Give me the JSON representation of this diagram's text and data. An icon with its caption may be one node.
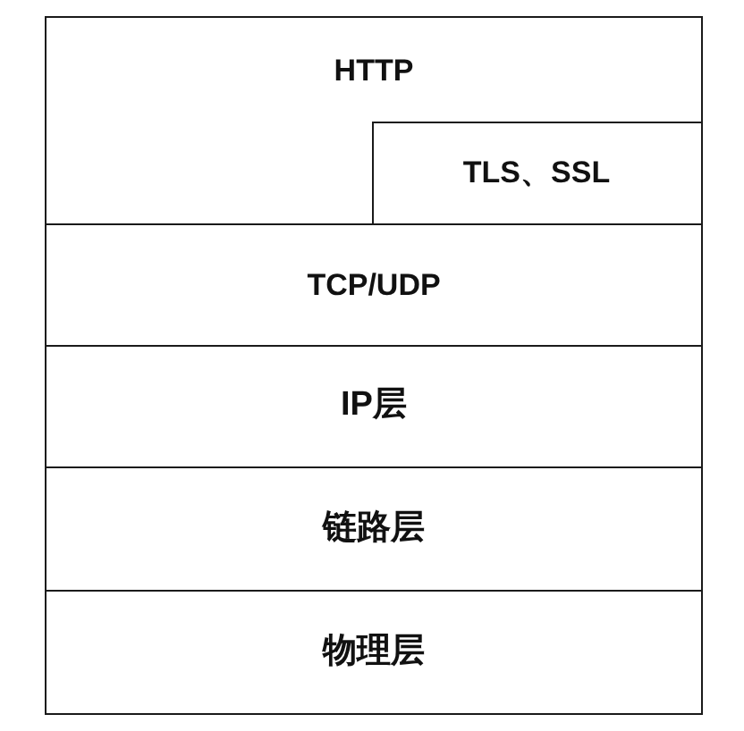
{
  "diagram": {
    "nodes": [
      {
        "text": [
          "HTTP"
        ]
      },
      {
        "text": [
          "TLS、SSL"
        ],
        "in": 0
      },
      {
        "text": [
          "TCP/UDP"
        ]
      },
      {
        "text": [
          "IP层"
        ]
      },
      {
        "text": [
          "链路层"
        ]
      },
      {
        "text": [
          "物理层"
        ]
      }
    ]
  }
}
